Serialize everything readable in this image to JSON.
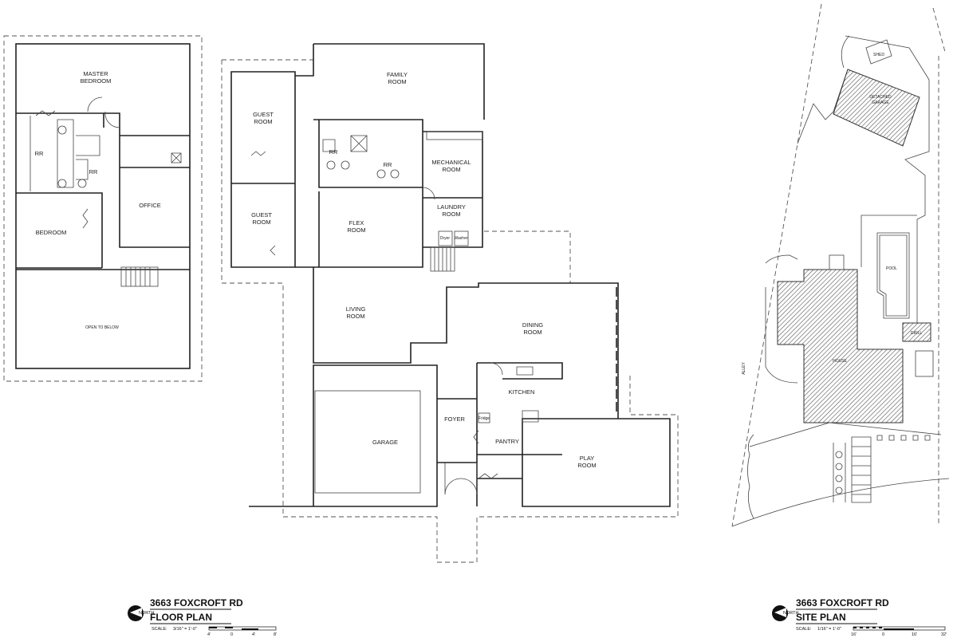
{
  "upper_floor": {
    "rooms": [
      "MASTER",
      "BEDROOM",
      "RR",
      "RR",
      "OFFICE",
      "BEDROOM",
      "OPEN TO BELOW"
    ]
  },
  "main_floor": {
    "rooms": {
      "family": [
        "FAMILY",
        "ROOM"
      ],
      "guest1": [
        "GUEST",
        "ROOM"
      ],
      "guest2": [
        "GUEST",
        "ROOM"
      ],
      "rr1": "RR",
      "rr2": "RR",
      "mechanical": [
        "MECHANICAL",
        "ROOM"
      ],
      "laundry": [
        "LAUNDRY",
        "ROOM"
      ],
      "dryer": "Dryer",
      "washer": "Washer",
      "flex": [
        "FLEX",
        "ROOM"
      ],
      "living": [
        "LIVING",
        "ROOM"
      ],
      "dining": [
        "DINING",
        "ROOM"
      ],
      "kitchen": "KITCHEN",
      "fridge": "Fridge",
      "foyer": "FOYER",
      "pantry": "PANTRY",
      "garage": "GARAGE",
      "play": [
        "PLAY",
        "ROOM"
      ]
    }
  },
  "site": {
    "shed": "SHED",
    "garage": [
      "DETACHED",
      "GARAGE"
    ],
    "pool": "POOL",
    "grill": "GRILL",
    "house": "HOUSE",
    "alley": "ALLEY"
  },
  "title_floor": {
    "address": "3663 FOXCROFT RD",
    "name": "FLOOR PLAN",
    "north": "NORTH",
    "scale_label": "SCALE:",
    "scale": "3/16\" = 1'-0\"",
    "ticks": [
      "4'",
      "0",
      "4'",
      "8'"
    ]
  },
  "title_site": {
    "address": "3663 FOXCROFT RD",
    "name": "SITE PLAN",
    "north": "NORTH",
    "scale_label": "SCALE:",
    "scale": "1/16\" = 1'-0\"",
    "ticks": [
      "16'",
      "0",
      "16'",
      "32'"
    ]
  }
}
